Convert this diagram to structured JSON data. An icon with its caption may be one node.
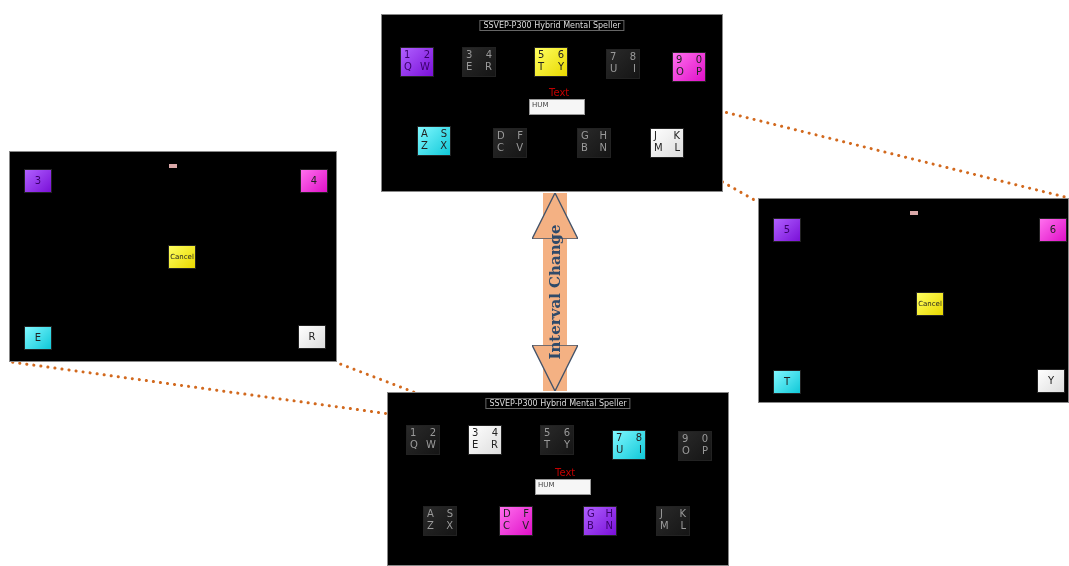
{
  "diagram": {
    "nodes": [
      {
        "text": [
          "SSVEP-P300 Hybrid Mental Speller"
        ]
      },
      {
        "text": [
          "1 2",
          "Q W"
        ],
        "in": 0
      },
      {
        "text": [
          "3 4",
          "E R"
        ],
        "in": 0
      },
      {
        "text": [
          "5 6",
          "T Y"
        ],
        "in": 0
      },
      {
        "text": [
          "7 8",
          "U I"
        ],
        "in": 0
      },
      {
        "text": [
          "9 0",
          "O P"
        ],
        "in": 0
      },
      {
        "text": [
          "A S",
          "Z X"
        ],
        "in": 0
      },
      {
        "text": [
          "D F",
          "C V"
        ],
        "in": 0
      },
      {
        "text": [
          "G H",
          "B N"
        ],
        "in": 0
      },
      {
        "text": [
          "J K",
          "M L"
        ],
        "in": 0
      },
      {
        "text": [
          "HUM"
        ],
        "beside": [
          "Text"
        ],
        "in": 0
      },
      {
        "text": [],
        "shape": "box"
      },
      {
        "text": [
          "3"
        ],
        "in": 11
      },
      {
        "text": [
          "4"
        ],
        "in": 11
      },
      {
        "text": [
          "Cancel"
        ],
        "in": 11
      },
      {
        "text": [
          "E"
        ],
        "in": 11
      },
      {
        "text": [
          "R"
        ],
        "in": 11
      },
      {
        "text": [],
        "shape": "box"
      },
      {
        "text": [
          "5"
        ],
        "in": 17
      },
      {
        "text": [
          "6"
        ],
        "in": 17
      },
      {
        "text": [
          "Cancel"
        ],
        "in": 17
      },
      {
        "text": [
          "T"
        ],
        "in": 17
      },
      {
        "text": [
          "Y"
        ],
        "in": 17
      },
      {
        "text": [
          "SSVEP-P300 Hybrid Mental Speller"
        ]
      },
      {
        "text": [
          "1 2",
          "Q W"
        ],
        "in": 23
      },
      {
        "text": [
          "3 4",
          "E R"
        ],
        "in": 23
      },
      {
        "text": [
          "5 6",
          "T Y"
        ],
        "in": 23
      },
      {
        "text": [
          "7 8",
          "U I"
        ],
        "in": 23
      },
      {
        "text": [
          "9 0",
          "O P"
        ],
        "in": 23
      },
      {
        "text": [
          "A S",
          "Z X"
        ],
        "in": 23
      },
      {
        "text": [
          "D F",
          "C V"
        ],
        "in": 23
      },
      {
        "text": [
          "G H",
          "B N"
        ],
        "in": 23
      },
      {
        "text": [
          "J K",
          "M L"
        ],
        "in": 23
      },
      {
        "text": [
          "HUM"
        ],
        "beside": [
          "Text"
        ],
        "in": 23
      }
    ],
    "edges": [
      {
        "from": 0,
        "to": 23,
        "arrow": "both",
        "label": "Interval Change",
        "style": "thick",
        "color": "#f4b183"
      },
      {
        "from": 3,
        "to": 17,
        "arrow": "none",
        "style": "dashed"
      },
      {
        "from": 3,
        "to": 17,
        "arrow": "none",
        "style": "dashed"
      },
      {
        "from": 25,
        "to": 11,
        "arrow": "none",
        "style": "dashed"
      },
      {
        "from": 25,
        "to": 11,
        "arrow": "none",
        "style": "dashed"
      }
    ]
  }
}
